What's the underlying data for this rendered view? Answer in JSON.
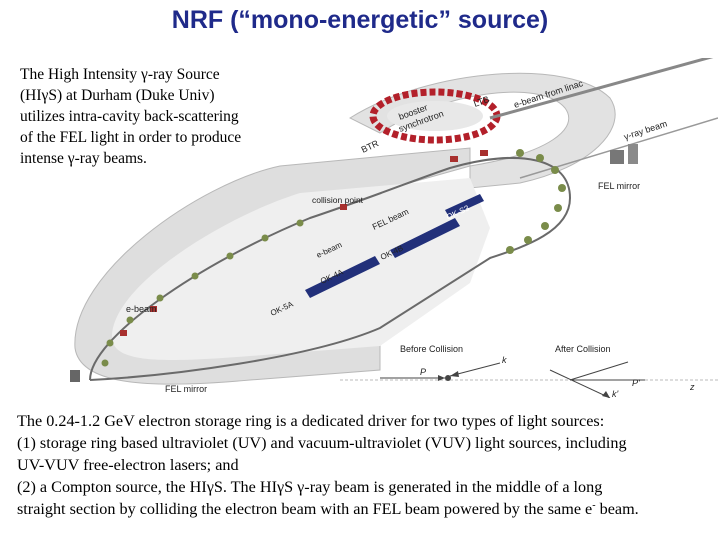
{
  "title": "NRF (“mono-energetic” source)",
  "intro": {
    "lines": [
      "The High Intensity γ-ray Source",
      "(HIγS) at Durham (Duke Univ)",
      "utilizes intra-cavity back-scattering",
      "of the FEL light in order to produce",
      "intense γ-ray beams."
    ]
  },
  "diagram_labels": {
    "booster": "booster",
    "synchrotron": "synchrotron",
    "ltb": "LTB",
    "btr": "BTR",
    "e_beam_linac": "e-beam from linac",
    "gamma_ray_beam": "γ-ray beam",
    "fel_mirror_right": "FEL mirror",
    "collision_point": "collision point",
    "fel_beam": "FEL beam",
    "ok_s3": "OK-S3",
    "e_beam_center": "e-beam",
    "ok_4a": "OK-4A",
    "ok_4b": "OK-4B",
    "ok_5a": "OK-5A",
    "e_beam_left": "e-beam",
    "fel_mirror_bottom": "FEL mirror",
    "before_collision": "Before Collision",
    "after_collision": "After Collision",
    "k": "k",
    "p": "P",
    "p_prime": "P'",
    "k_prime": "k'",
    "z": "z"
  },
  "body": {
    "line1": "The 0.24-1.2 GeV electron storage ring is a dedicated driver for two types of light sources:",
    "line2": "(1) storage ring based ultraviolet (UV) and vacuum-ultraviolet (VUV) light sources, including",
    "line3": "UV-VUV free-electron lasers; and",
    "line4": "(2) a Compton  source, the HIγS. The HIγS γ-ray beam is generated in the middle of a long",
    "line5_main": "straight section by colliding the electron beam with an FEL beam powered by the same e",
    "line5_sup": "-",
    "line5_end": " beam."
  },
  "colors": {
    "title": "#1f2a8a",
    "ring_red": "#b3202a",
    "wiggler_blue": "#22307a",
    "concrete": "#d9d9d9"
  }
}
